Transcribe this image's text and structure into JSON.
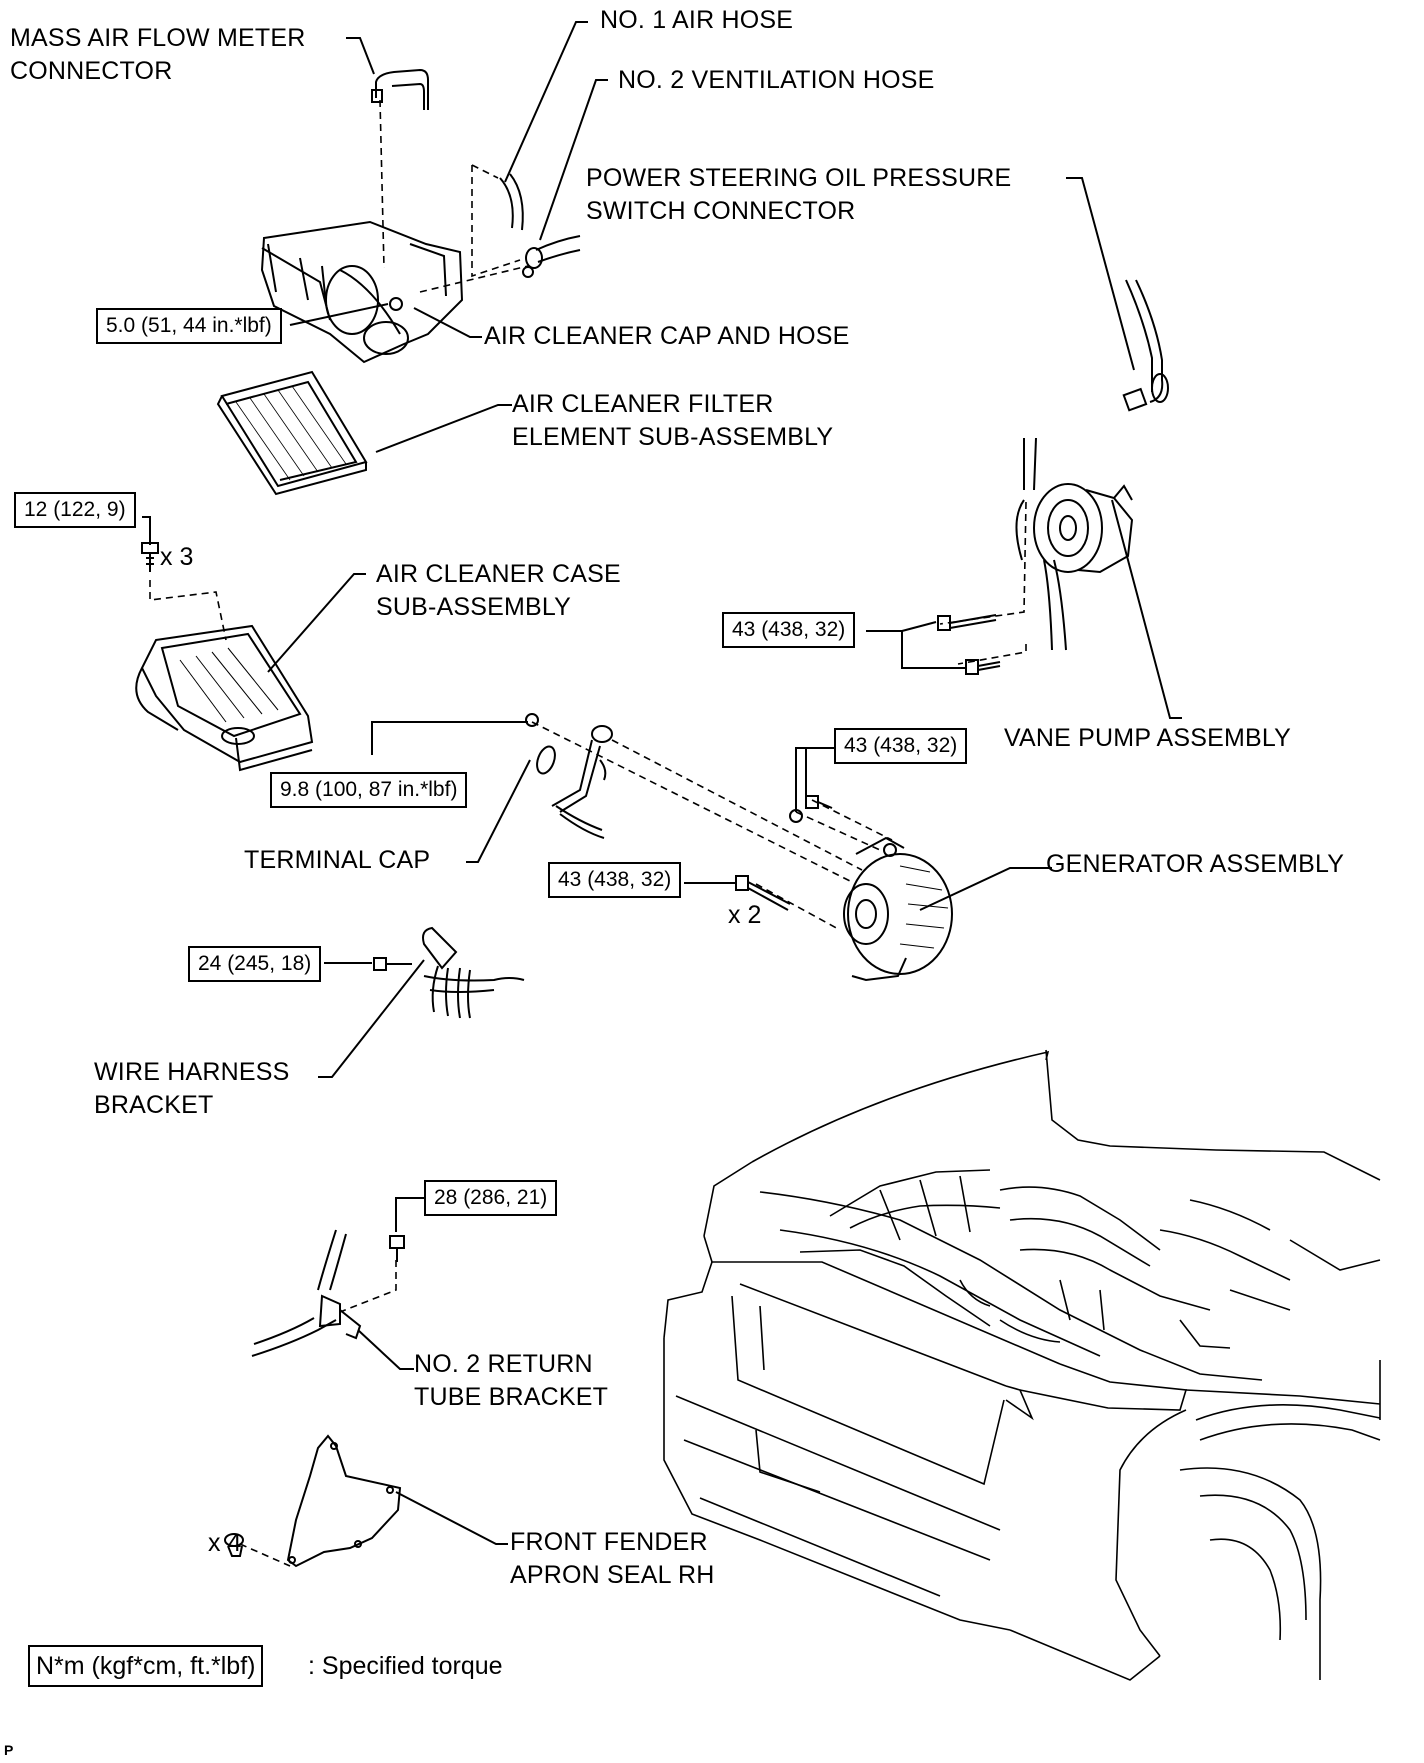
{
  "labels": {
    "mass_air_flow_meter_connector": "MASS AIR FLOW METER\nCONNECTOR",
    "no1_air_hose": "NO. 1 AIR HOSE",
    "no2_ventilation_hose": "NO. 2 VENTILATION HOSE",
    "power_steering_switch_connector": "POWER STEERING OIL PRESSURE\nSWITCH CONNECTOR",
    "air_cleaner_cap_and_hose": "AIR CLEANER CAP AND HOSE",
    "air_cleaner_filter_element": "AIR CLEANER FILTER\nELEMENT SUB-ASSEMBLY",
    "air_cleaner_case": "AIR CLEANER CASE\nSUB-ASSEMBLY",
    "vane_pump_assembly": "VANE PUMP ASSEMBLY",
    "terminal_cap": "TERMINAL CAP",
    "generator_assembly": "GENERATOR ASSEMBLY",
    "wire_harness_bracket": "WIRE HARNESS\nBRACKET",
    "no2_return_tube_bracket": "NO. 2 RETURN\nTUBE BRACKET",
    "front_fender_apron_seal": "FRONT FENDER\nAPRON SEAL RH"
  },
  "torques": {
    "air_cleaner_cap": "5.0 (51, 44 in.*lbf)",
    "air_cleaner_case_bolt": "12 (122, 9)",
    "vane_pump": "43 (438, 32)",
    "generator_upper": "43 (438, 32)",
    "generator_terminal": "9.8 (100, 87 in.*lbf)",
    "generator_lower": "43 (438, 32)",
    "wire_harness_bracket": "24 (245, 18)",
    "return_tube_bracket": "28 (286, 21)"
  },
  "multipliers": {
    "case_bolts": "x 3",
    "generator_bolts": "x 2",
    "apron_clips": "x 4"
  },
  "legend": {
    "unit_box": "N*m (kgf*cm, ft.*lbf)",
    "description": ": Specified torque"
  },
  "figure_code": "P"
}
